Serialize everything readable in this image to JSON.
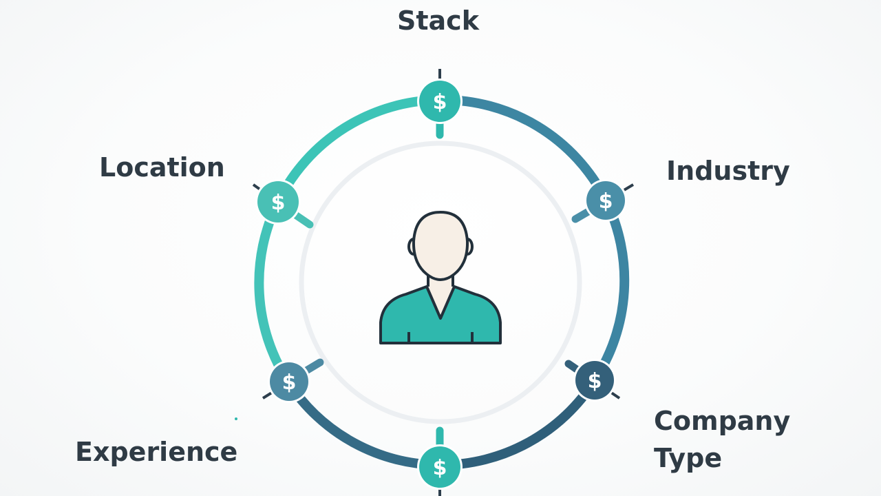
{
  "factors": [
    {
      "id": "stack",
      "label": "Stack",
      "color": "#2fb8ad"
    },
    {
      "id": "industry",
      "label": "Industry",
      "color": "#4a8fa8"
    },
    {
      "id": "company-type",
      "label": "Company\nType",
      "color": "#34607a"
    },
    {
      "id": "bottom",
      "label": "",
      "color": "#2fb8ad"
    },
    {
      "id": "experience",
      "label": "Experience",
      "color": "#4d8aa3"
    },
    {
      "id": "location",
      "label": "Location",
      "color": "#49c0b5"
    }
  ],
  "node_symbol": "$",
  "center_icon": "person-icon",
  "colors": {
    "teal": "#2fbfb3",
    "blue": "#3f7f99",
    "navy": "#2d5a74",
    "inner_ring": "#eceff2",
    "text": "#2f3b45"
  }
}
